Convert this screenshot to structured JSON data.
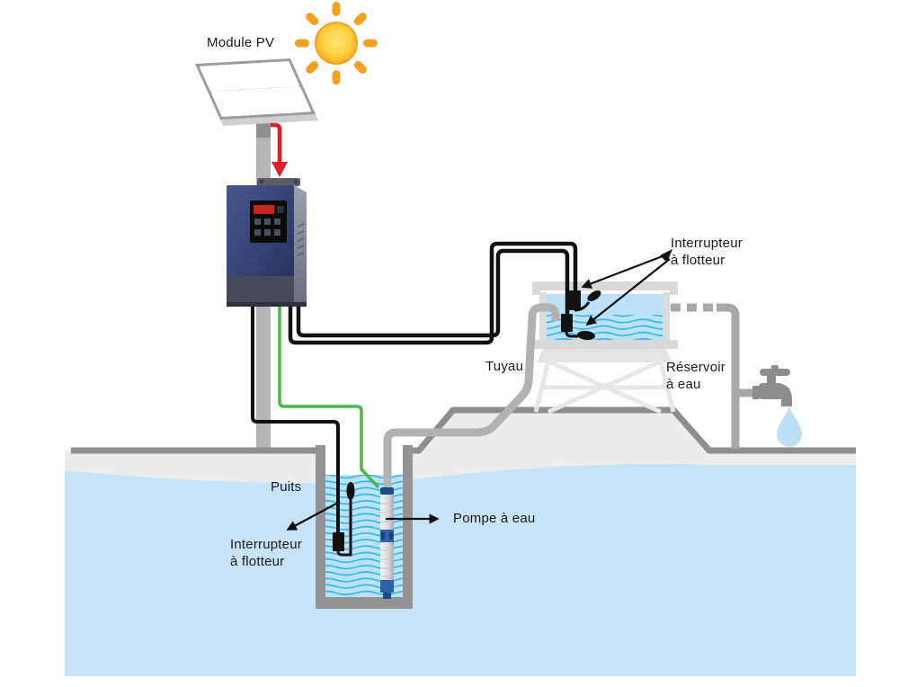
{
  "diagram": {
    "title_implicit": "Solar water pumping system",
    "labels": {
      "module_pv": "Module PV",
      "tank_float_switch": "Interrupteur\nà flotteur",
      "pipe": "Tuyau",
      "reservoir": "Réservoir\nà eau",
      "well": "Puits",
      "pump": "Pompe à eau",
      "well_float_switch": "Interrupteur\nà flotteur"
    },
    "icons": {
      "sun": "sun-icon",
      "pv_panel": "pv-panel-icon",
      "inverter": "inverter-icon",
      "water_tank": "water-tank-icon",
      "faucet": "faucet-icon",
      "water_drop": "water-drop-icon",
      "pump": "submersible-pump-icon",
      "float_switch": "float-switch-icon"
    },
    "colors": {
      "sun_core": "#FFD23E",
      "sun_rays": "#F6A01F",
      "pv_cable_arrow": "#E31E26",
      "signal_cable": "#111111",
      "pump_cable": "#4CB749",
      "water_body": "#C6E3F8",
      "well_tank_water": "#BCE2F8",
      "wave_lines": "#2FB7E8",
      "soil": "#ECECEC",
      "ground_outline": "#8E8E8E",
      "pipe_gray": "#B2B2B2",
      "inverter_blue": "#36457E",
      "pump_band_blue": "#2E62AB"
    }
  }
}
